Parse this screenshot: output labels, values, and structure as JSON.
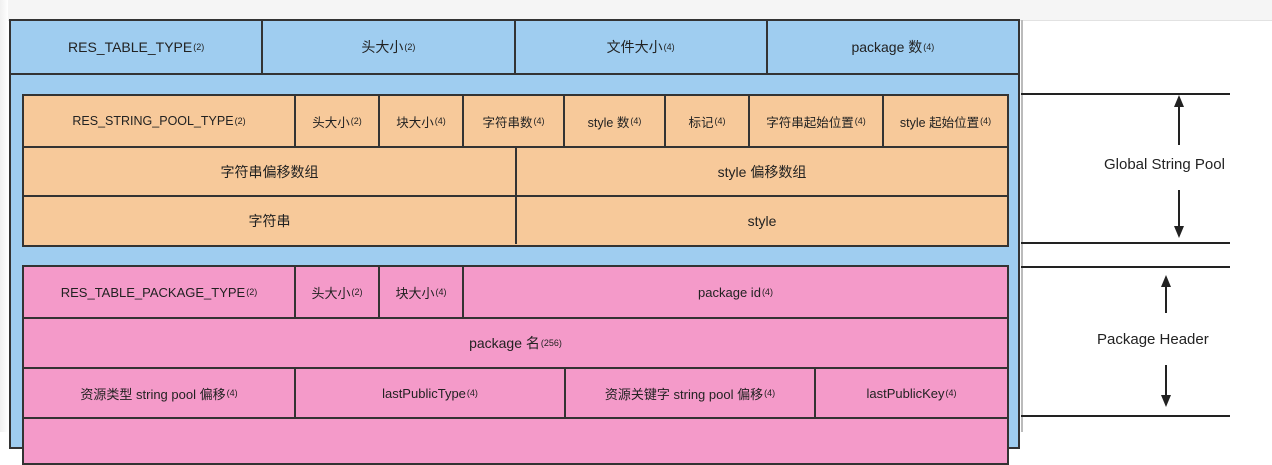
{
  "header": {
    "cells": [
      {
        "text": "RES_TABLE_TYPE",
        "size": "(2)"
      },
      {
        "text": "头大小",
        "size": "(2)"
      },
      {
        "text": "文件大小",
        "size": "(4)"
      },
      {
        "text": "package 数",
        "size": "(4)"
      }
    ]
  },
  "string_pool": {
    "header_cells": [
      {
        "text": "RES_STRING_POOL_TYPE",
        "size": "(2)"
      },
      {
        "text": "头大小",
        "size": "(2)"
      },
      {
        "text": "块大小",
        "size": "(4)"
      },
      {
        "text": "字符串数",
        "size": "(4)"
      },
      {
        "text": "style 数",
        "size": "(4)"
      },
      {
        "text": "标记",
        "size": "(4)"
      },
      {
        "text": "字符串起始位置",
        "size": "(4)"
      },
      {
        "text": "style 起始位置",
        "size": "(4)"
      }
    ],
    "offset_row": {
      "strings": "字符串偏移数组",
      "styles": "style 偏移数组"
    },
    "data_row": {
      "strings": "字符串",
      "styles": "style"
    }
  },
  "package": {
    "header_cells": [
      {
        "text": "RES_TABLE_PACKAGE_TYPE",
        "size": "(2)"
      },
      {
        "text": "头大小",
        "size": "(2)"
      },
      {
        "text": "块大小",
        "size": "(4)"
      },
      {
        "text": "package id",
        "size": "(4)"
      }
    ],
    "name_row": {
      "text": "package 名",
      "size": "(256)"
    },
    "pool_row": [
      {
        "text": "资源类型 string pool 偏移",
        "size": "(4)"
      },
      {
        "text": "lastPublicType",
        "size": "(4)"
      },
      {
        "text": "资源关键字 string pool 偏移",
        "size": "(4)"
      },
      {
        "text": "lastPublicKey",
        "size": "(4)"
      }
    ]
  },
  "annotations": {
    "global_string_pool": "Global String Pool",
    "package_header": "Package Header"
  }
}
